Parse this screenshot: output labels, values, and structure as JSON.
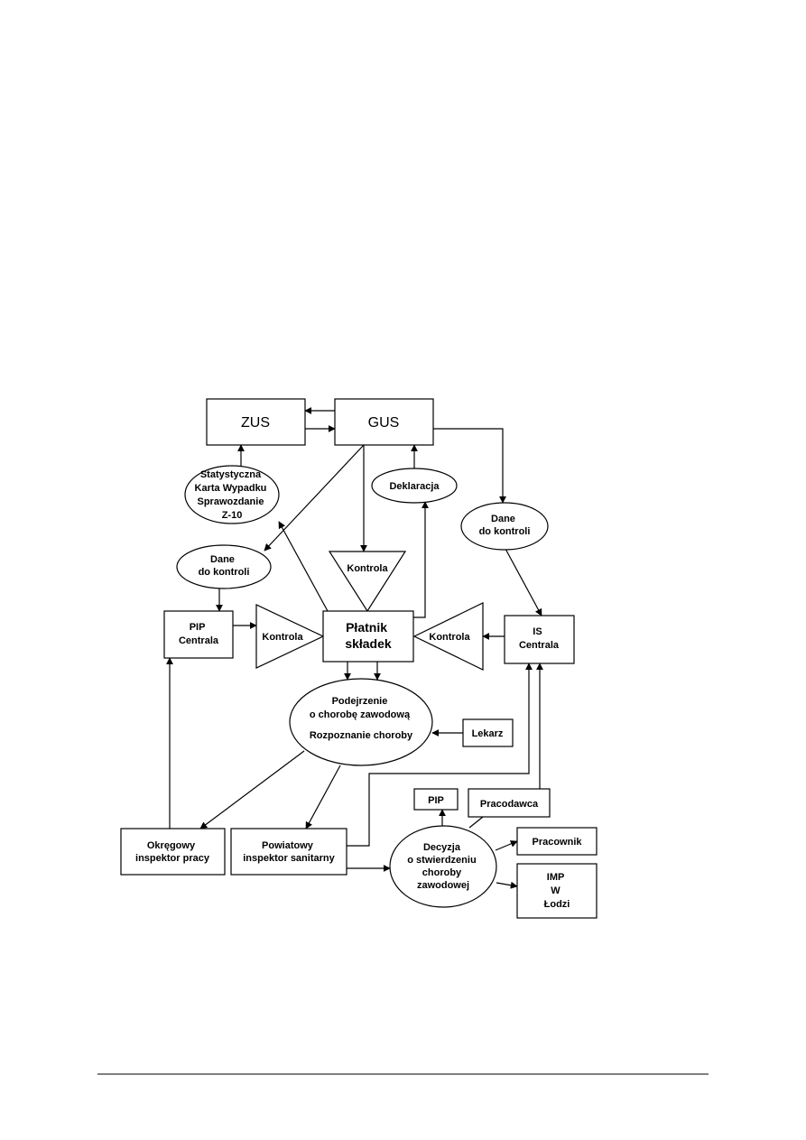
{
  "nodes": {
    "zus": {
      "lines": [
        "ZUS"
      ]
    },
    "gus": {
      "lines": [
        "GUS"
      ]
    },
    "statystyczna": {
      "lines": [
        "Statystyczna",
        "Karta Wypadku",
        "Sprawozdanie",
        "Z-10"
      ]
    },
    "deklaracja": {
      "lines": [
        "Deklaracja"
      ]
    },
    "dane_right": {
      "lines": [
        "Dane",
        "do kontroli"
      ]
    },
    "dane_left": {
      "lines": [
        "Dane",
        "do kontroli"
      ]
    },
    "kontrola_top": {
      "lines": [
        "Kontrola"
      ]
    },
    "pip_centrala": {
      "lines": [
        "PIP",
        "Centrala"
      ]
    },
    "kontrola_left": {
      "lines": [
        "Kontrola"
      ]
    },
    "platnik": {
      "lines": [
        "Płatnik",
        "składek"
      ]
    },
    "kontrola_right": {
      "lines": [
        "Kontrola"
      ]
    },
    "is_centrala": {
      "lines": [
        "IS",
        "Centrala"
      ]
    },
    "podejrzenie": {
      "lines": [
        "Podejrzenie",
        "o chorobę zawodową",
        "Rozpoznanie choroby"
      ]
    },
    "lekarz": {
      "lines": [
        "Lekarz"
      ]
    },
    "okregowy": {
      "lines": [
        "Okręgowy",
        "inspektor pracy"
      ]
    },
    "powiatowy": {
      "lines": [
        "Powiatowy",
        "inspektor sanitarny"
      ]
    },
    "pip": {
      "lines": [
        "PIP"
      ]
    },
    "pracodawca": {
      "lines": [
        "Pracodawca"
      ]
    },
    "pracownik": {
      "lines": [
        "Pracownik"
      ]
    },
    "decyzja": {
      "lines": [
        "Decyzja",
        "o stwierdzeniu",
        "choroby",
        "zawodowej"
      ]
    },
    "imp": {
      "lines": [
        "IMP",
        "W",
        "Łodzi"
      ]
    }
  }
}
